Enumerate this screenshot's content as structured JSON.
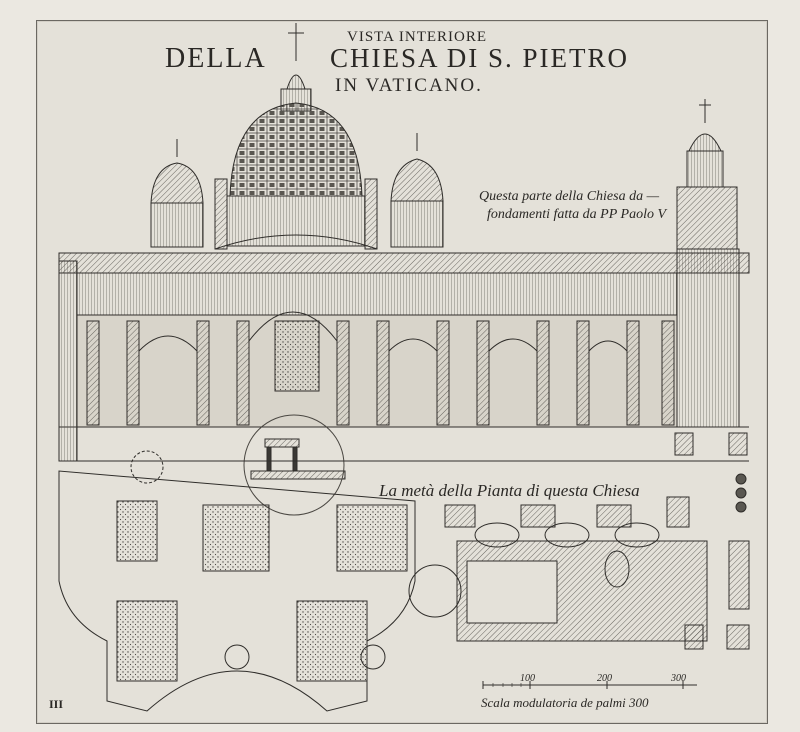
{
  "plate": {
    "title_line1": "VISTA INTERIORE",
    "title_della": "DELLA",
    "title_chiesa": "CHIESA DI S. PIETRO",
    "title_line3": "IN VATICANO.",
    "note_line1": "Questa parte della Chiesa da —",
    "note_line2": "fondamenti fatta da PP Paolo V",
    "plan_label": "La metà della Pianta di questa Chiesa",
    "scale_ticks": [
      "100",
      "200",
      "300"
    ],
    "scale_caption": "Scala modulatoria de palmi 300",
    "plate_number": "III"
  },
  "colors": {
    "paper": "#e4e1d9",
    "ink": "#2a2825",
    "border": "#6b6862"
  }
}
